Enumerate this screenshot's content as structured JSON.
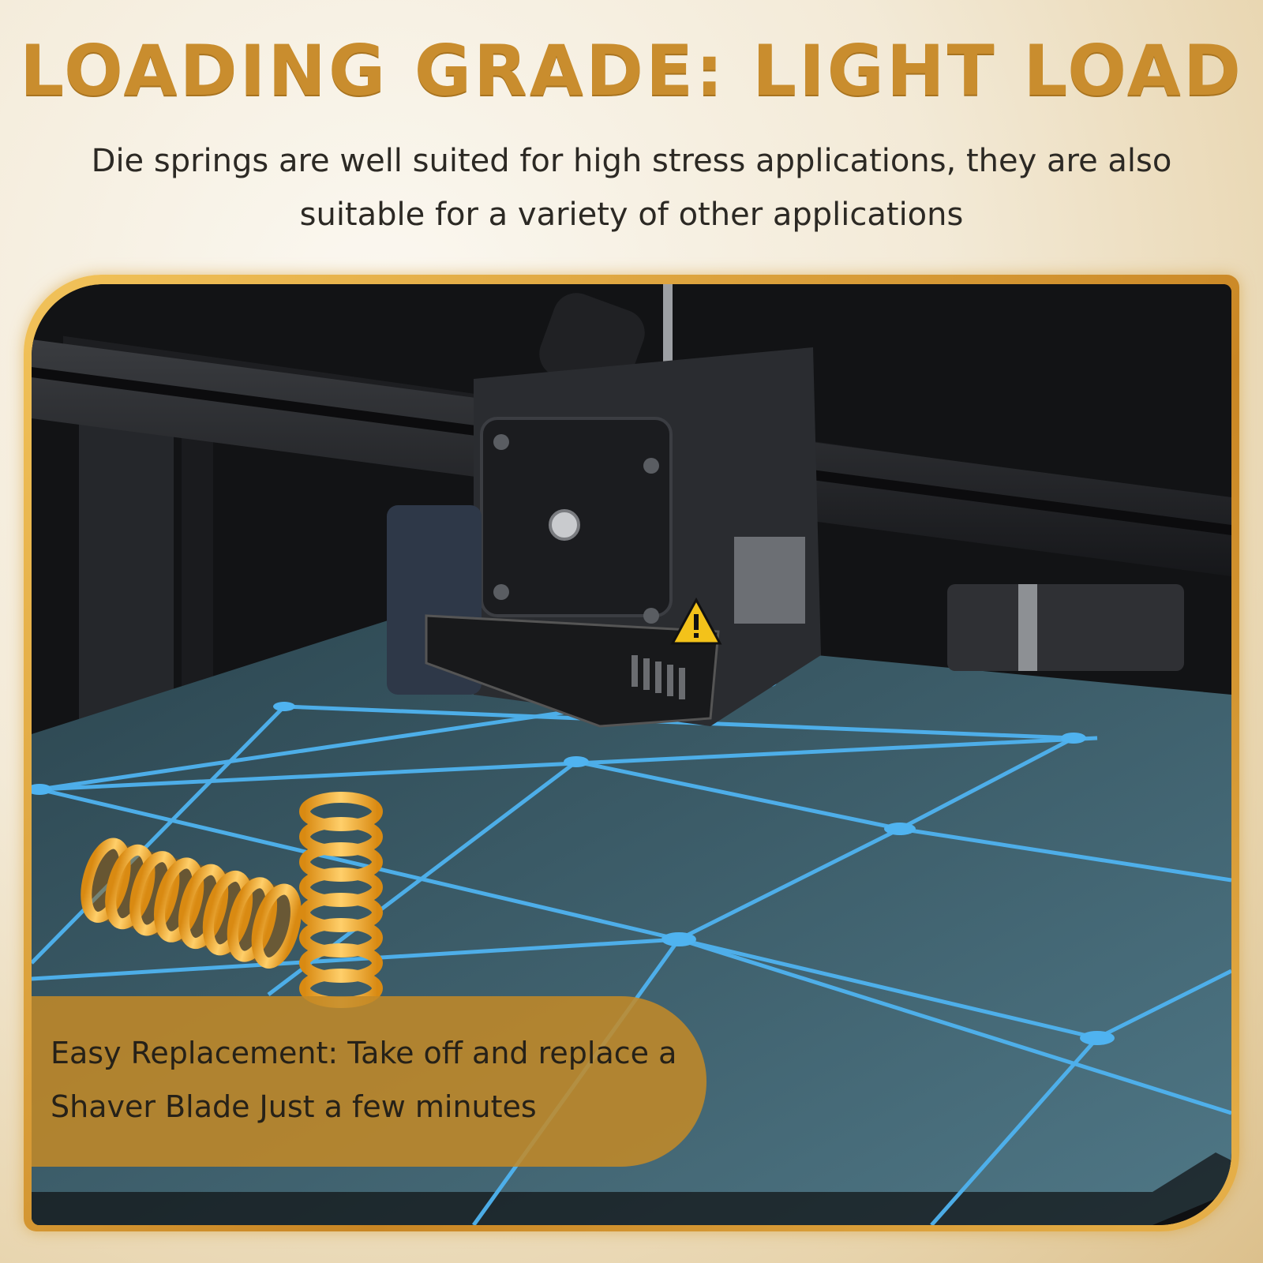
{
  "headline": "LOADING GRADE: LIGHT LOAD",
  "subtitle": "Die springs are well suited for high stress applications, they are also suitable for a variety of other applications",
  "caption": "Easy Replacement: Take off and replace a Shaver Blade Just a few minutes",
  "colors": {
    "accent_gold": "#c98d2e",
    "caption_band": "#c48926",
    "bed_grid": "#4fb3f0",
    "spring": "#f0a92a"
  },
  "photo": {
    "subject": "3d-printer-extruder-over-heated-bed",
    "icons": [
      "warning-triangle-icon"
    ]
  }
}
